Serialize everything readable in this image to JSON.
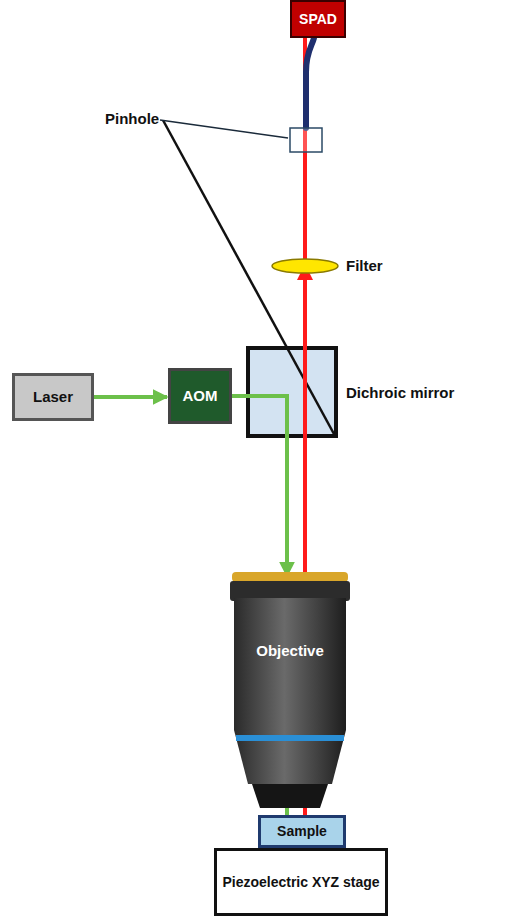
{
  "diagram": {
    "nodes": [
      {
        "text": [
          "SPAD"
        ]
      },
      {
        "text": [
          "Laser"
        ]
      },
      {
        "text": [
          "AOM"
        ]
      },
      {
        "text": [
          "Objective"
        ]
      },
      {
        "text": [
          "Sample"
        ]
      },
      {
        "text": [
          "Piezoelectric XYZ stage"
        ]
      }
    ],
    "edges": [
      {
        "from": 1,
        "to": 2,
        "arrow": "to"
      },
      {
        "from": 2,
        "to": 3,
        "arrow": "to"
      },
      {
        "from": 3,
        "to": 0,
        "arrow": "to"
      },
      {
        "from": 3,
        "to": 4,
        "arrow": "none"
      },
      {
        "from": 4,
        "to": 3,
        "arrow": "none"
      }
    ],
    "labels": [
      "Pinhole",
      "Filter",
      "Dichroic mirror"
    ]
  }
}
